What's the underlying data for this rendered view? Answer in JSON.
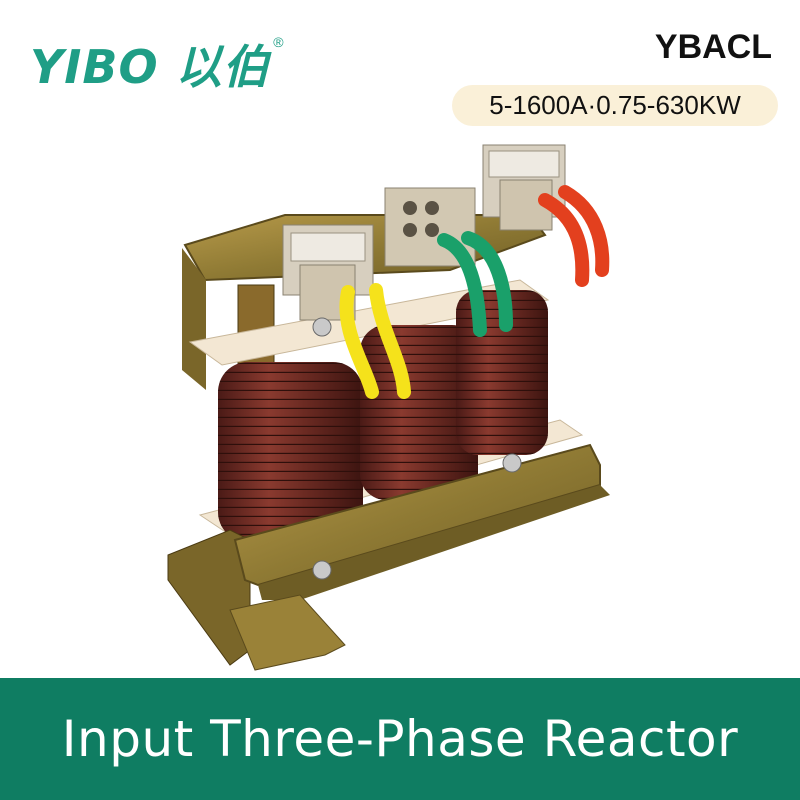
{
  "brand": {
    "logo_text": "YIBO 以伯",
    "registered_mark": "®"
  },
  "model": "YBACL",
  "spec": "5-1600A·0.75-630KW",
  "banner": {
    "title": "Input Three-Phase Reactor"
  },
  "colors": {
    "brand_green": "#1f9e86",
    "banner_green": "#0f7d62",
    "spec_pill": "#faf0d8"
  }
}
